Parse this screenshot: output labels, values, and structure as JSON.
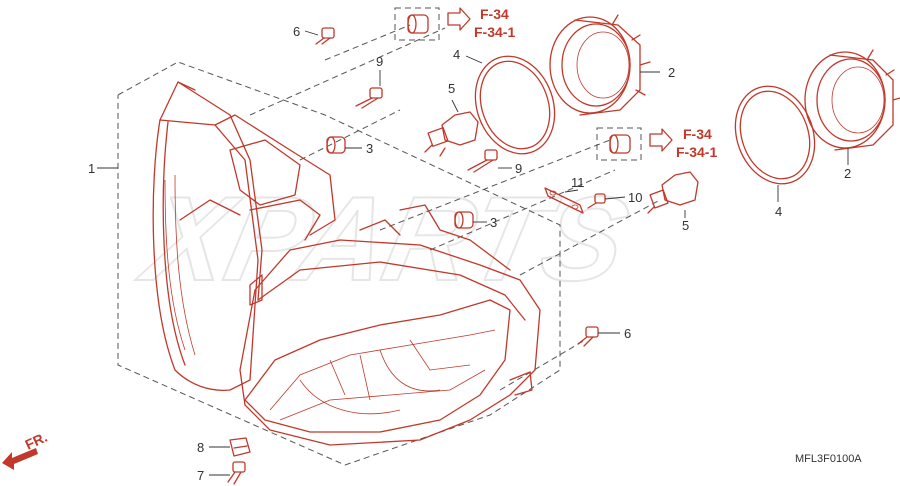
{
  "callouts": {
    "c1": "1",
    "c2a": "2",
    "c2b": "2",
    "c3a": "3",
    "c3b": "3",
    "c4a": "4",
    "c4b": "4",
    "c5a": "5",
    "c5b": "5",
    "c6a": "6",
    "c6b": "6",
    "c7": "7",
    "c8": "8",
    "c9a": "9",
    "c9b": "9",
    "c10": "10",
    "c11": "11"
  },
  "references": {
    "top_line1": "F-34",
    "top_line2": "F-34-1",
    "mid_line1": "F-34",
    "mid_line2": "F-34-1"
  },
  "front_marker": "FR.",
  "diagram_code": "MFL3F0100A",
  "colors": {
    "line": "#c0392b",
    "leader": "#333333"
  }
}
